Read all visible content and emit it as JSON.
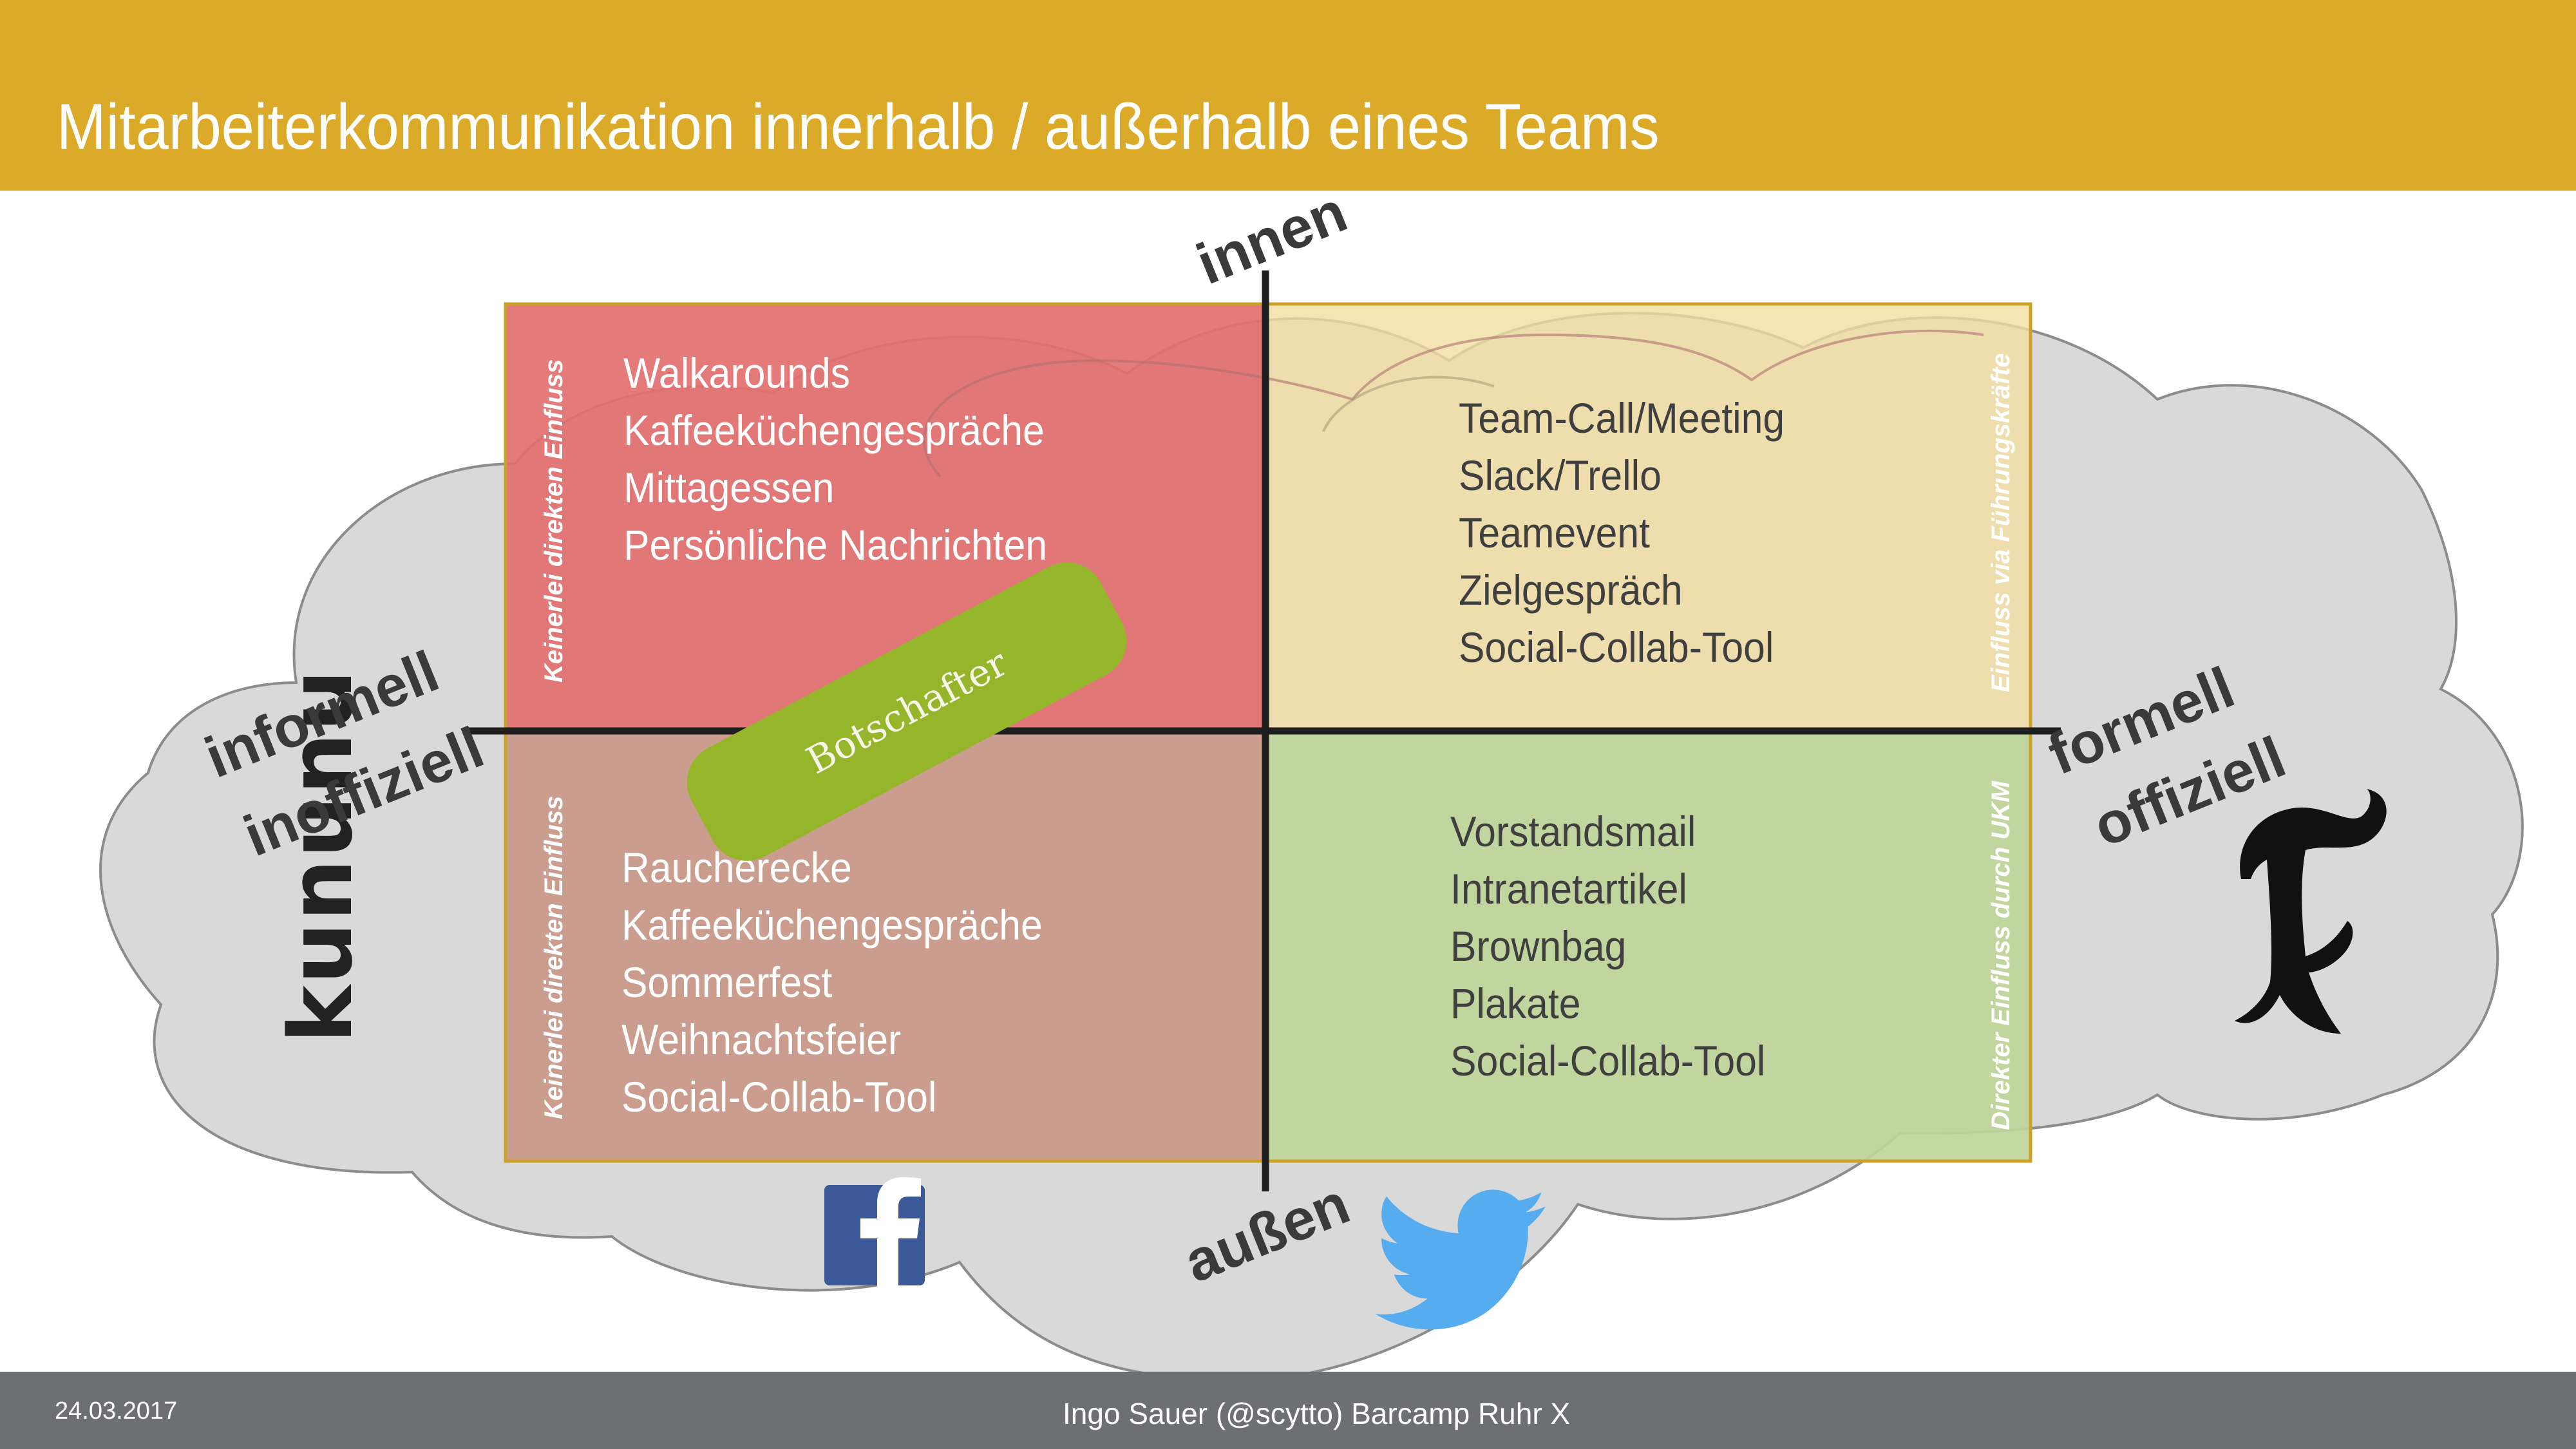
{
  "title": "Mitarbeiterkommunikation innerhalb / außerhalb eines Teams",
  "footer": {
    "date": "24.03.2017",
    "author": "Ingo Sauer (@scytto) Barcamp Ruhr X"
  },
  "axes": {
    "top": "innen",
    "bottom": "außen",
    "left_line1": "informell",
    "left_line2": "inoffiziell",
    "right_line1": "formell",
    "right_line2": "offiziell"
  },
  "quadrants": {
    "top_left": {
      "side_label": "Keinerlei direkten Einfluss",
      "items": [
        "Walkarounds",
        "Kaffeeküchengespräche",
        "Mittagessen",
        "Persönliche Nachrichten"
      ],
      "color": "#e36f6f"
    },
    "top_right": {
      "side_label": "Einfluss via Führungskräfte",
      "items": [
        "Team-Call/Meeting",
        "Slack/Trello",
        "Teamevent",
        "Zielgespräch",
        "Social-Collab-Tool"
      ],
      "color": "#f2dfa3"
    },
    "bottom_left": {
      "side_label": "Keinerlei direkten Einfluss",
      "items": [
        "Raucherecke",
        "Kaffeeküchengespräche",
        "Sommerfest",
        "Weihnachtsfeier",
        "Social-Collab-Tool"
      ],
      "color": "#c99888"
    },
    "bottom_right": {
      "side_label": "Direkter Einfluss durch UKM",
      "items": [
        "Vorstandsmail",
        "Intranetartikel",
        "Brownbag",
        "Plakate",
        "Social-Collab-Tool"
      ],
      "color": "#bfd699"
    }
  },
  "ambassador": "Botschafter",
  "logos": {
    "kununu": "kununu",
    "facebook": "facebook-icon",
    "twitter": "twitter-icon",
    "faz": "F"
  }
}
